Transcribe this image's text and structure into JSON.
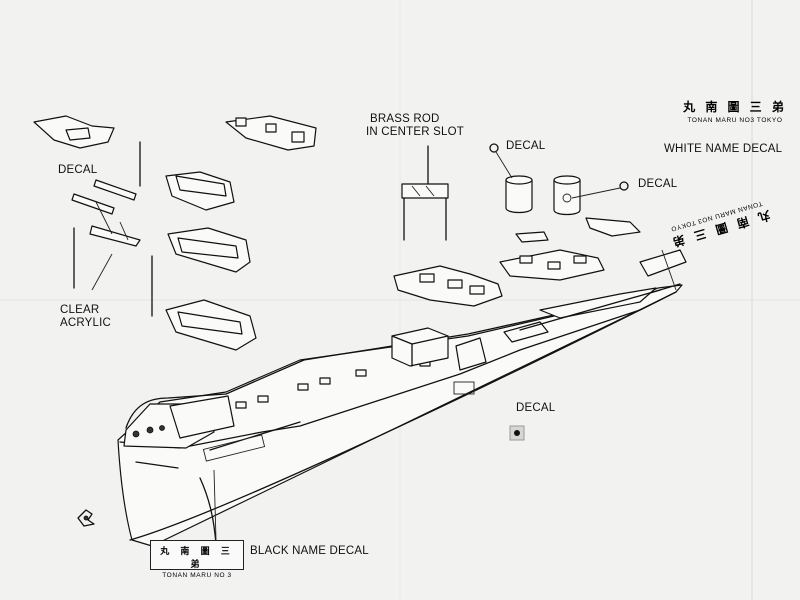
{
  "labels": {
    "brass_rod": "BRASS ROD",
    "center_slot": "IN CENTER SLOT",
    "decal_top": "DECAL",
    "decal_right": "DECAL",
    "decal_left": "DECAL",
    "decal_mid": "DECAL",
    "clear": "CLEAR",
    "acrylic": "ACRYLIC",
    "white_name_decal": "WHITE NAME DECAL",
    "black_name_decal": "BLACK NAME DECAL"
  },
  "name_decals": {
    "white_kanji": "丸 南 圖 三 弟",
    "white_roman": "TONAN MARU NO3 TOKYO",
    "mirror_kanji": "丸 南 圖 三 弟",
    "mirror_roman": "TONAN MARU NO3 TOKYO",
    "black_kanji": "丸 南 圖 三 弟",
    "black_roman": "TONAN MARU NO 3"
  },
  "colors": {
    "paper": "#f2f2f0",
    "ink": "#111111"
  }
}
